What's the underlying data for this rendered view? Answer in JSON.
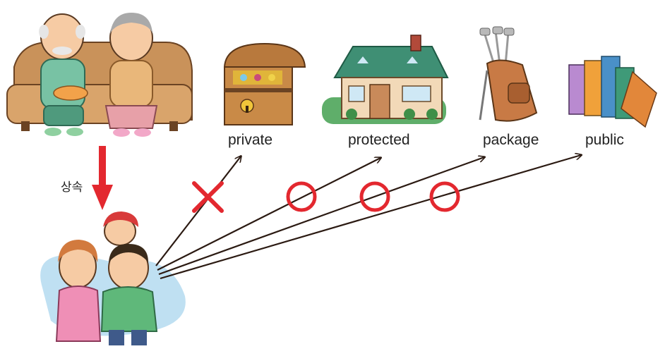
{
  "inherit_label": "상속",
  "targets": [
    {
      "label": "private",
      "picture": "treasure-chest",
      "access": "denied"
    },
    {
      "label": "protected",
      "picture": "house",
      "access": "allowed"
    },
    {
      "label": "package",
      "picture": "golf-bag",
      "access": "allowed"
    },
    {
      "label": "public",
      "picture": "books",
      "access": "allowed"
    }
  ],
  "colors": {
    "arrow": "#2b1a12",
    "mark": "#e3282f",
    "inherit_arrow": "#e3282f",
    "family_bg": "#bfe0f2"
  }
}
